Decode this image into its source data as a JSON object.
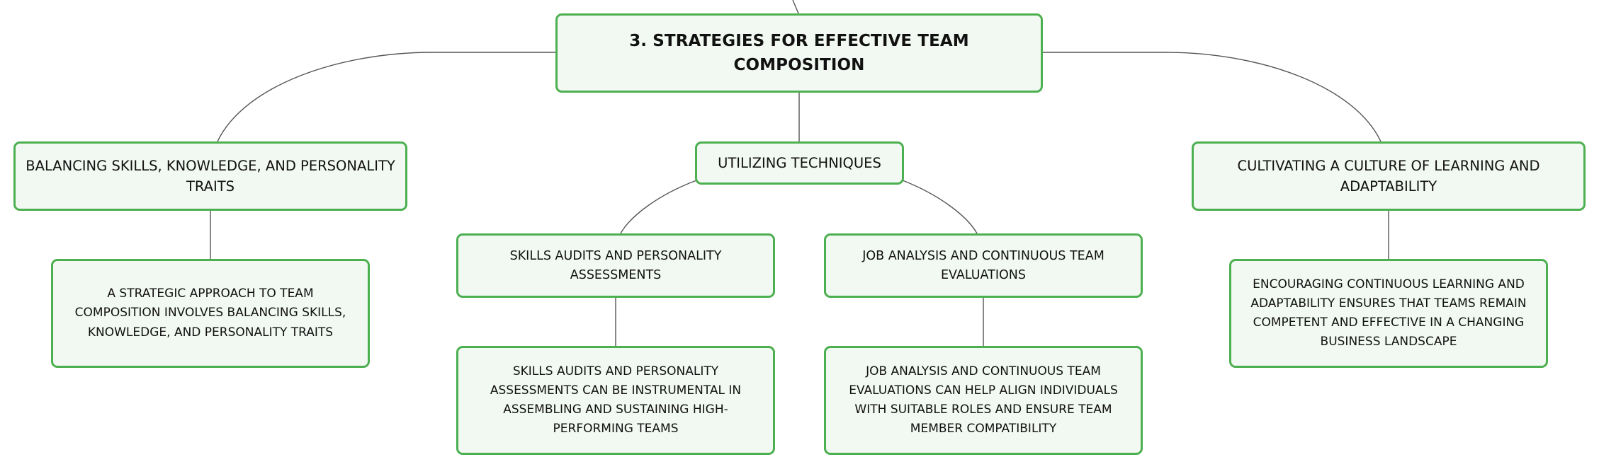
{
  "root": {
    "label": "3. STRATEGIES FOR EFFECTIVE TEAM COMPOSITION"
  },
  "branches": {
    "balancing": {
      "label": "BALANCING SKILLS, KNOWLEDGE, AND PERSONALITY TRAITS",
      "detail": "A STRATEGIC APPROACH TO TEAM COMPOSITION INVOLVES BALANCING SKILLS, KNOWLEDGE, AND PERSONALITY TRAITS"
    },
    "utilizing": {
      "label": "UTILIZING TECHNIQUES",
      "children": {
        "skills_audits": {
          "label": "SKILLS AUDITS AND PERSONALITY ASSESSMENTS",
          "detail": "SKILLS AUDITS AND PERSONALITY ASSESSMENTS CAN BE INSTRUMENTAL IN ASSEMBLING AND SUSTAINING HIGH-PERFORMING TEAMS"
        },
        "job_analysis": {
          "label": "JOB ANALYSIS AND CONTINUOUS TEAM EVALUATIONS",
          "detail": "JOB ANALYSIS AND CONTINUOUS TEAM EVALUATIONS CAN HELP ALIGN INDIVIDUALS WITH SUITABLE ROLES AND ENSURE TEAM MEMBER COMPATIBILITY"
        }
      }
    },
    "cultivating": {
      "label": "CULTIVATING A CULTURE OF LEARNING AND ADAPTABILITY",
      "detail": "ENCOURAGING CONTINUOUS LEARNING AND ADAPTABILITY ENSURES THAT TEAMS REMAIN COMPETENT AND EFFECTIVE IN A CHANGING BUSINESS LANDSCAPE"
    }
  },
  "colors": {
    "node_border": "#4caf50",
    "node_fill": "#f2f9f2",
    "connector": "#555555",
    "text": "#111111"
  }
}
